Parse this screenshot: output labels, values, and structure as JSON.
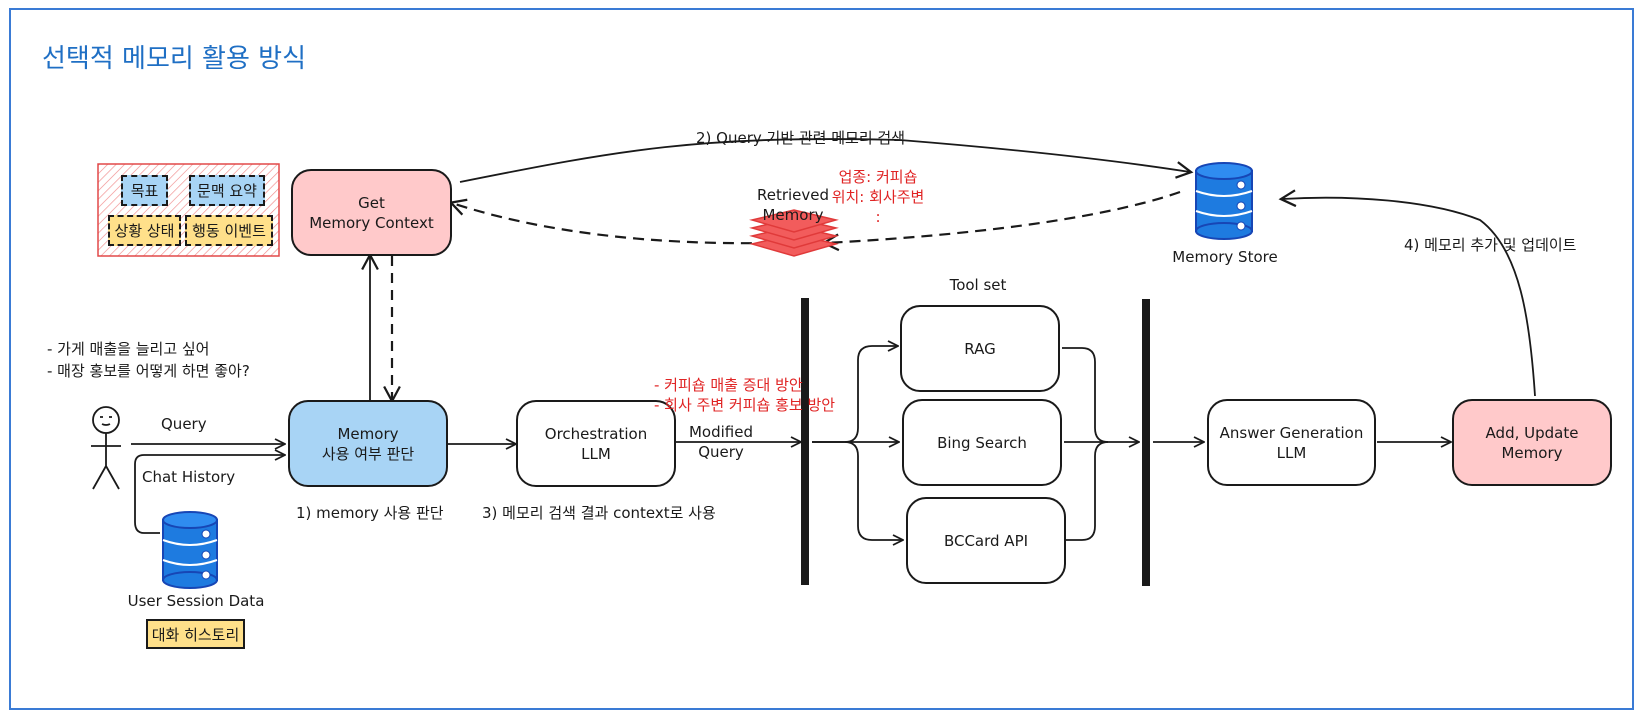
{
  "title": "선택적 메모리 활용 방식",
  "context_tags": [
    "목표",
    "문맥 요약",
    "상황 상태",
    "행동 이벤트"
  ],
  "nodes": {
    "get_memory_context": [
      "Get",
      "Memory Context"
    ],
    "memory_judge": [
      "Memory",
      "사용 여부 판단"
    ],
    "orchestration": [
      "Orchestration",
      "LLM"
    ],
    "rag": "RAG",
    "bing": "Bing Search",
    "bccard": "BCCard API",
    "answer_generation": [
      "Answer Generation",
      "LLM"
    ],
    "add_update": [
      "Add, Update",
      "Memory"
    ]
  },
  "labels": {
    "step2": "2) Query 기반 관련 메모리 검색",
    "retrieved_memory": [
      "Retrieved",
      "Memory"
    ],
    "retrieved_content": [
      "업종: 커피숍",
      "위치: 회사주변",
      ":"
    ],
    "memory_store": "Memory Store",
    "step4": "4) 메모리 추가 및 업데이트",
    "tool_set": "Tool set",
    "user_utterance": [
      "- 가게 매출을 늘리고 싶어",
      "- 매장 홍보를 어떻게 하면 좋아?"
    ],
    "query": "Query",
    "chat_history": "Chat History",
    "step1": "1) memory 사용 판단",
    "step3": "3) 메모리 검색 결과 context로 사용",
    "modified_query": [
      "Modified",
      "Query"
    ],
    "memory_context_notes": [
      "- 커피숍 매출 증대 방안",
      "- 회사 주변 커피숍 홍보 방안"
    ],
    "user_session_data": "User Session Data",
    "chat_history_tag": "대화 히스토리"
  },
  "colors": {
    "title": "#1f6fc4",
    "pink": "#ffc9ca",
    "light_blue": "#a8d4f5",
    "yellow": "#ffe08a",
    "db_blue": "#1e7be0",
    "retrieved_red": "#f25c5c",
    "annotation_red": "#e02424"
  },
  "icons": {
    "user": "stick-figure-icon",
    "memory_store": "database-icon",
    "session": "database-icon",
    "retrieved": "stacked-layers-icon"
  }
}
